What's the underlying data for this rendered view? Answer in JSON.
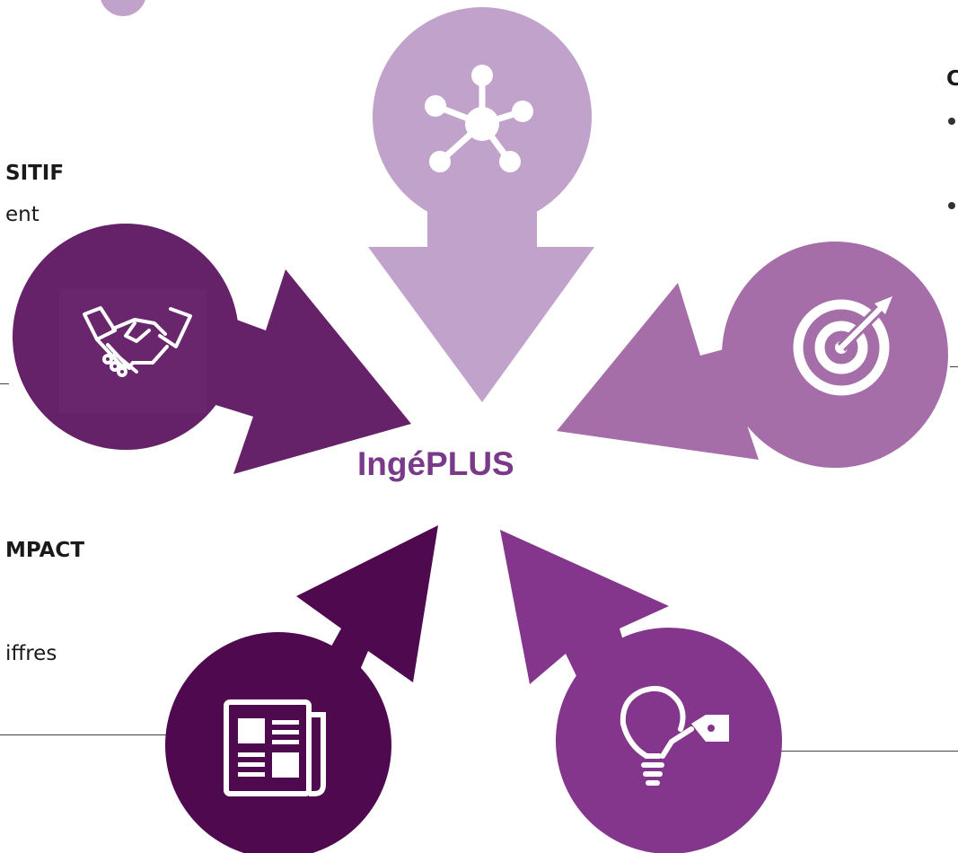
{
  "center_label": "IngéPLUS",
  "left_texts": {
    "block1_heading": "SITIF",
    "block1_line": "ent",
    "block2_heading": "MPACT",
    "block2_line": "iffres"
  },
  "right_texts": {
    "heading_fragment": "C"
  },
  "colors": {
    "top": "#c0a2ca",
    "right": "#a56ea8",
    "left": "#652268",
    "bottom_left": "#4f0a4f",
    "bottom_right": "#84358c",
    "label": "#7a3a8a"
  },
  "icons": [
    "network-icon",
    "target-icon",
    "handshake-icon",
    "newspaper-icon",
    "lightbulb-tag-icon"
  ]
}
